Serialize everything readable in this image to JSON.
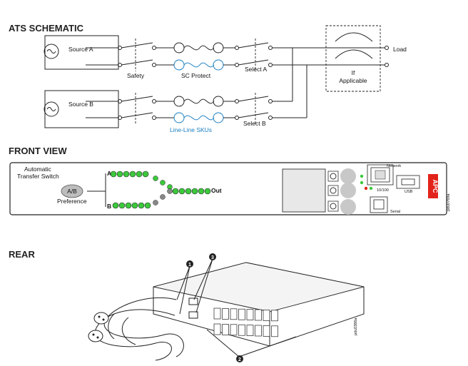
{
  "sections": {
    "schematic_title": "ATS  SCHEMATIC",
    "front_title": "FRONT VIEW",
    "rear_title": "REAR"
  },
  "schematic": {
    "source_a": "Source A",
    "source_b": "Source B",
    "safety": "Safety",
    "sc_protect": "SC Protect",
    "line_line": "Line-Line SKUs",
    "select_a": "Select A",
    "select_b": "Select B",
    "load": "Load",
    "if_applicable_1": "If",
    "if_applicable_2": "Applicable"
  },
  "front": {
    "ats_line1": "Automatic",
    "ats_line2": "Transfer Switch",
    "ab_button": "A/B",
    "preference": "Preference",
    "leg_a": "A",
    "leg_b": "B",
    "out": "Out",
    "network": "Network",
    "speed": "10/100",
    "usb": "USB",
    "serial": "Serial",
    "logo": "APC",
    "part_code": "pdu0769a"
  },
  "rear": {
    "part_code": "pdu0386a",
    "callout_1": "1",
    "callout_2": "2",
    "callout_3": "3"
  },
  "colors": {
    "led_green": "#3cc83c",
    "accent_blue": "#1a7fc1",
    "logo_red": "#e2231a"
  }
}
